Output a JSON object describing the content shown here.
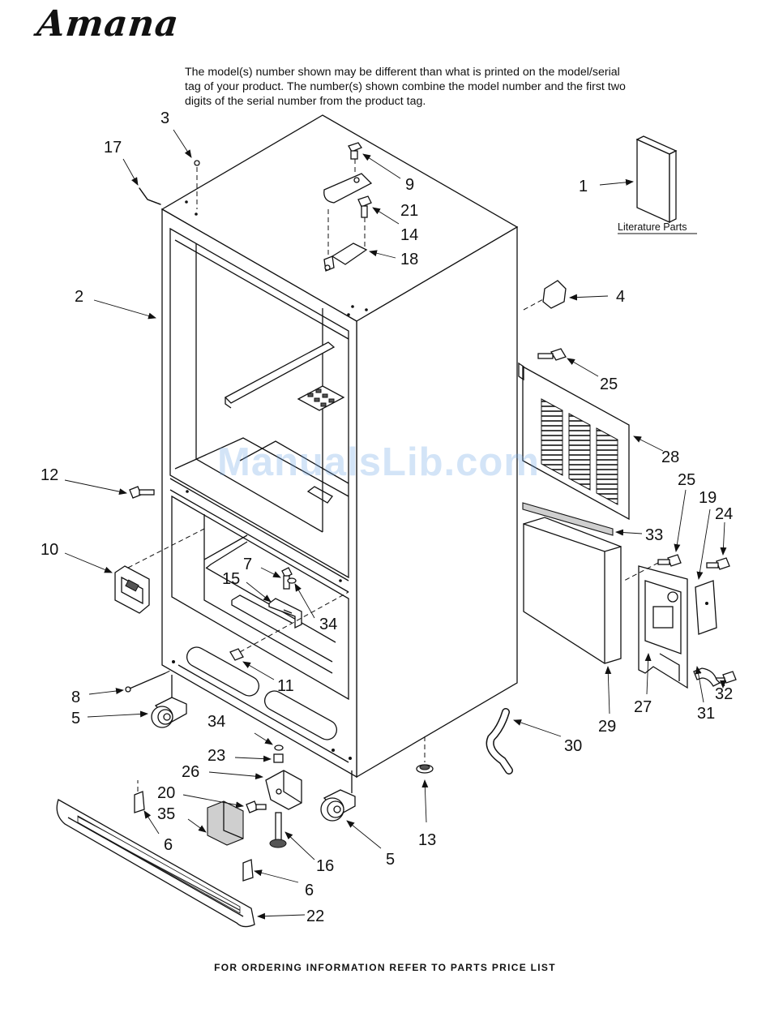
{
  "brand": "Amana",
  "note": "The model(s) number shown may be different than what is printed on the model/serial tag of your product. The number(s) shown combine the model number and the first two digits of the serial number from the product tag.",
  "literature_label": "Literature Parts",
  "watermark": "ManualsLib.com",
  "footer": "FOR ORDERING INFORMATION REFER TO PARTS PRICE LIST",
  "callouts": [
    "1",
    "2",
    "3",
    "4",
    "5",
    "5",
    "6",
    "6",
    "7",
    "8",
    "9",
    "10",
    "11",
    "12",
    "13",
    "14",
    "15",
    "16",
    "17",
    "18",
    "19",
    "20",
    "21",
    "22",
    "23",
    "24",
    "25",
    "25",
    "26",
    "27",
    "28",
    "29",
    "30",
    "31",
    "32",
    "33",
    "34",
    "34",
    "35"
  ]
}
